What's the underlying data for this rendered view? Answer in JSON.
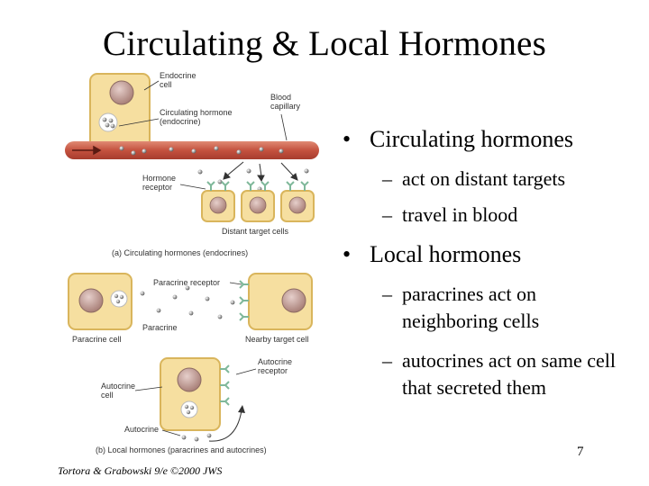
{
  "slide": {
    "title": "Circulating & Local Hormones",
    "bullets": [
      {
        "label": "Circulating hormones",
        "subs": [
          "act on distant targets",
          "travel in blood"
        ]
      },
      {
        "label": "Local hormones",
        "subs": [
          "paracrines act on neighboring cells",
          "autocrines act on same cell that secreted them"
        ]
      }
    ],
    "bullet_char": "•",
    "dash_char": "–",
    "page_number": "7",
    "credit": "Tortora & Grabowski 9/e ©2000 JWS"
  },
  "figure": {
    "panel_a": {
      "endocrine_cell": "Endocrine cell",
      "circulating_hormone": "Circulating hormone (endocrine)",
      "blood_capillary": "Blood capillary",
      "hormone_receptor": "Hormone receptor",
      "distant_target_cells": "Distant target cells",
      "caption": "(a) Circulating hormones (endocrines)"
    },
    "panel_b": {
      "paracrine_receptor": "Paracrine receptor",
      "paracrine_cell": "Paracrine cell",
      "paracrine": "Paracrine",
      "nearby_target_cell": "Nearby target cell",
      "autocrine_cell": "Autocrine cell",
      "autocrine_receptor": "Autocrine receptor",
      "autocrine": "Autocrine",
      "caption": "(b) Local hormones (paracrines and autocrines)"
    },
    "colors": {
      "cell_fill": "#f6dfa0",
      "cell_stroke": "#d9b55c",
      "nucleus": "#caa6a0",
      "blood": "#c95a48",
      "receptor": "#7fb89a"
    }
  }
}
